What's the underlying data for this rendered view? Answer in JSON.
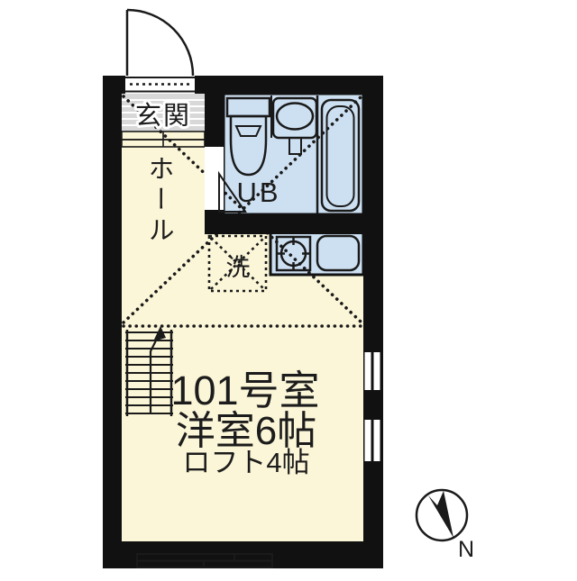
{
  "labels": {
    "entrance": "玄関",
    "hall": "ホール",
    "unit_bath": "UB",
    "laundry": "洗",
    "room_number": "101号室",
    "room_size": "洋室6帖",
    "loft_size": "ロフト4帖",
    "compass_north": "N"
  },
  "colors": {
    "wall": "#111111",
    "floor": "#fbf6d8",
    "wet_area": "#cde0f2",
    "entrance_floor": "#d8d8d8",
    "line": "#1a1a1a",
    "background": "#ffffff"
  }
}
